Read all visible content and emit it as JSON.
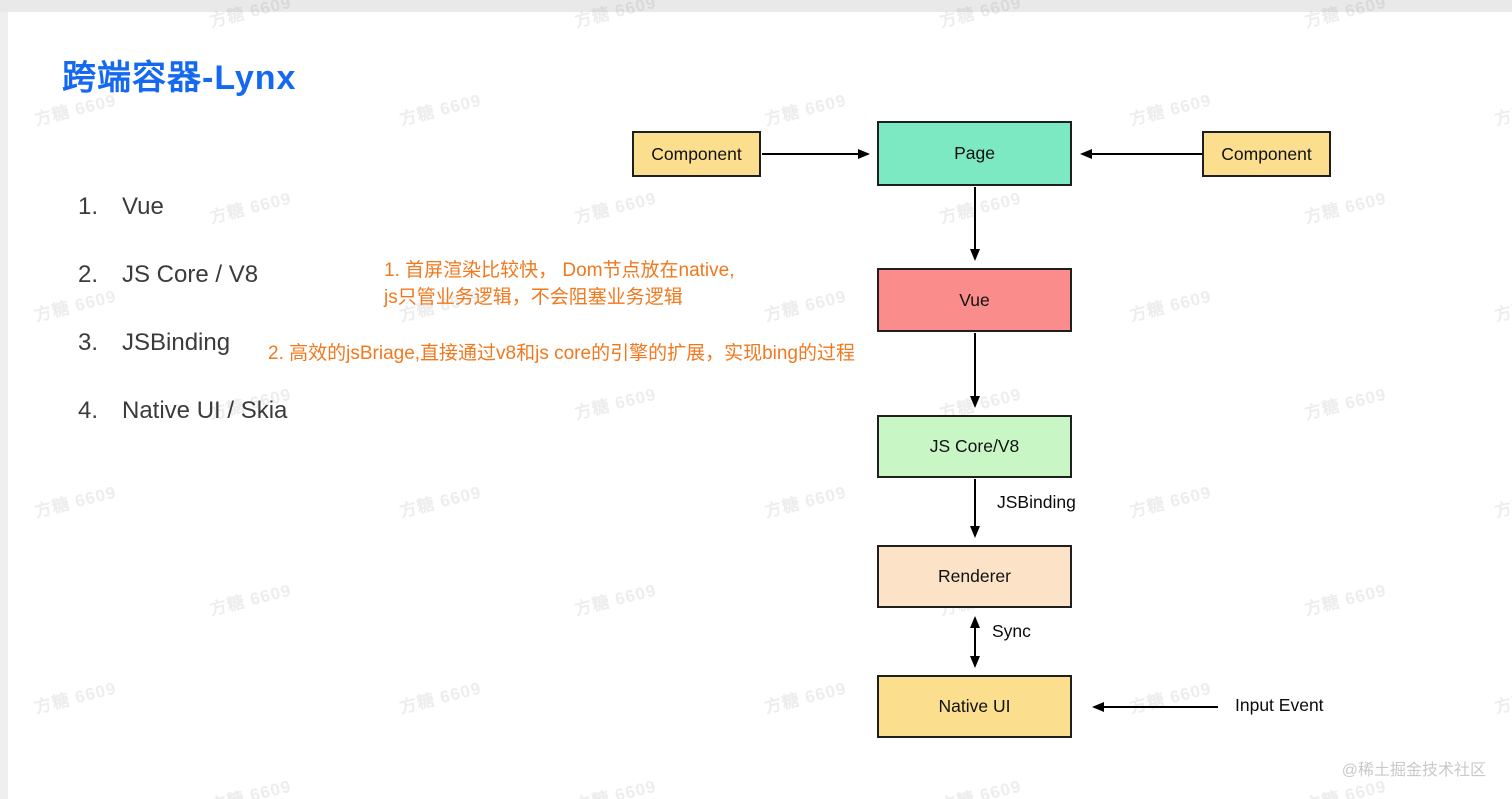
{
  "page": {
    "title": "跨端容器-Lynx",
    "footer_credit": "@稀土掘金技术社区",
    "watermark_text": "方糖 6609"
  },
  "list": {
    "items": [
      {
        "num": "1.",
        "label": "Vue"
      },
      {
        "num": "2.",
        "label": "JS Core / V8"
      },
      {
        "num": "3.",
        "label": "JSBinding"
      },
      {
        "num": "4.",
        "label": "Native UI / Skia"
      }
    ]
  },
  "notes": {
    "note1_line1": "1. 首屏渲染比较快， Dom节点放在native,",
    "note1_line2": "js只管业务逻辑，不会阻塞业务逻辑",
    "note2": "2. 高效的jsBriage,直接通过v8和js core的引擎的扩展，实现bing的过程"
  },
  "diagram": {
    "nodes": [
      {
        "id": "component-left",
        "label": "Component",
        "fill": "#fbdf8e"
      },
      {
        "id": "page",
        "label": "Page",
        "fill": "#7ce9c3"
      },
      {
        "id": "component-right",
        "label": "Component",
        "fill": "#fbdf8e"
      },
      {
        "id": "vue",
        "label": "Vue",
        "fill": "#fa8c8c"
      },
      {
        "id": "js-core-v8",
        "label": "JS Core/V8",
        "fill": "#c9f6c5"
      },
      {
        "id": "renderer",
        "label": "Renderer",
        "fill": "#fce3c7"
      },
      {
        "id": "native-ui",
        "label": "Native UI",
        "fill": "#fbdf8e"
      }
    ],
    "edges": [
      {
        "from": "component-left",
        "to": "page"
      },
      {
        "from": "component-right",
        "to": "page"
      },
      {
        "from": "page",
        "to": "vue"
      },
      {
        "from": "vue",
        "to": "js-core-v8"
      },
      {
        "from": "js-core-v8",
        "to": "renderer",
        "label": "JSBinding"
      },
      {
        "from": "renderer",
        "to": "native-ui",
        "label": "Sync",
        "bidirectional": true
      },
      {
        "from": "input-event",
        "to": "native-ui",
        "label": "Input Event"
      }
    ]
  },
  "colors": {
    "title_blue": "#1569f0",
    "note_orange": "#f0791f",
    "list_text": "#3b3b3b",
    "node_border": "#1f1f1f",
    "arrow_black": "#000000",
    "component_fill": "#fbdf8e",
    "page_fill": "#7ce9c3",
    "vue_fill": "#fa8c8c",
    "jscore_fill": "#c9f6c5",
    "renderer_fill": "#fce3c7",
    "native_ui_fill": "#fbdf8e",
    "footer_gray": "#c9c9c9",
    "chrome_gray": "#e9e9e9"
  }
}
